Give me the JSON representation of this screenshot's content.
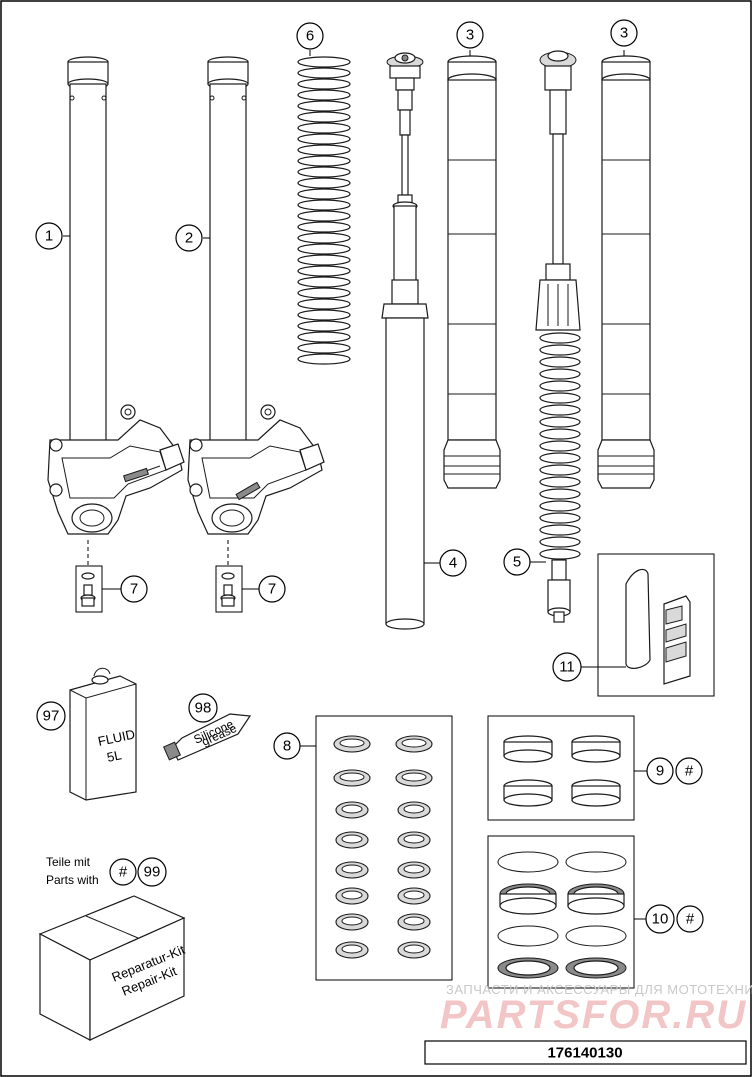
{
  "callouts": {
    "c1": "1",
    "c2": "2",
    "c3a": "3",
    "c3b": "3",
    "c4": "4",
    "c5": "5",
    "c6": "6",
    "c7a": "7",
    "c7b": "7",
    "c8": "8",
    "c9": "9",
    "c9hash": "#",
    "c10": "10",
    "c10hash": "#",
    "c11": "11",
    "c97": "97",
    "c98": "98",
    "c99": "99",
    "c99hash": "#"
  },
  "fluid_can": {
    "line1": "FLUID",
    "line2": "5L"
  },
  "grease_tube": {
    "line1": "Silicone",
    "line2": "grease"
  },
  "legend": {
    "line1": "Teile mit",
    "line2": "Parts with"
  },
  "repair_box": {
    "line1": "Reparatur-Kit",
    "line2": "Repair-Kit"
  },
  "watermark": {
    "line1": "ЗАПЧАСТИ И АКСЕССУАРЫ ДЛЯ МОТОТЕХНИКИ",
    "line2": "PARTSFOR.RU"
  },
  "drawing_code": "176140130"
}
